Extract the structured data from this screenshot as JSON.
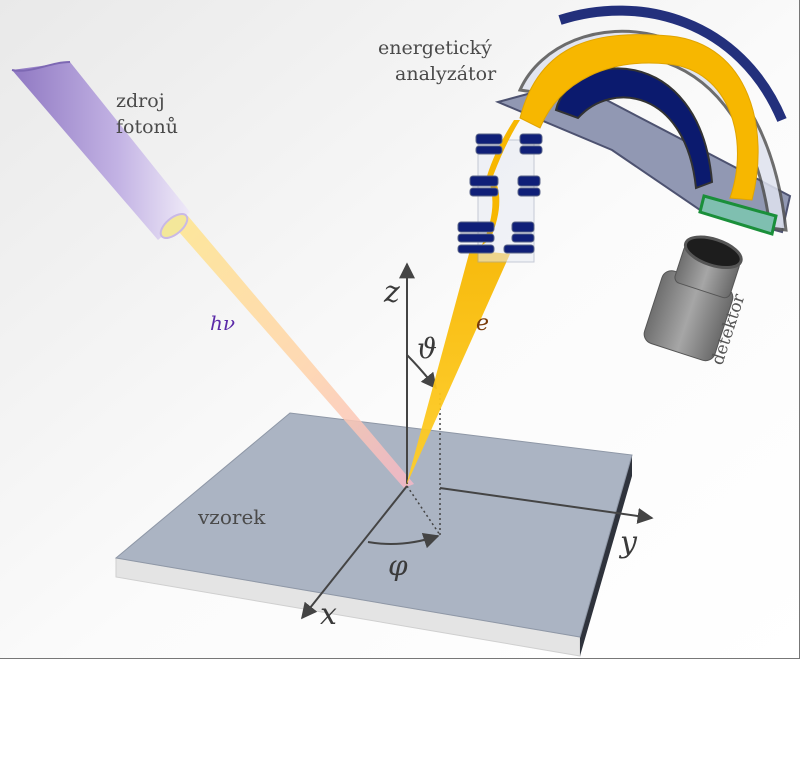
{
  "labels": {
    "analyzer_line1": "energetický",
    "analyzer_line2": "analyzátor",
    "source_line1": "zdroj",
    "source_line2": "fotonů",
    "photon": "hν",
    "electron": "e",
    "theta": "ϑ",
    "phi": "φ",
    "sample": "vzorek",
    "detector": "detektor",
    "axis_z": "z",
    "axis_x": "x",
    "axis_y": "y"
  },
  "colors": {
    "photon_tube": "#b7a3d9",
    "beam_yellow": "#f7b700",
    "analyzer_navy": "#0b1a6e",
    "sample_top": "#aab3c2",
    "detector_grey": "#8a8a8a",
    "photon_label": "#5b2aa8",
    "electron_label": "#7a3b0a"
  }
}
